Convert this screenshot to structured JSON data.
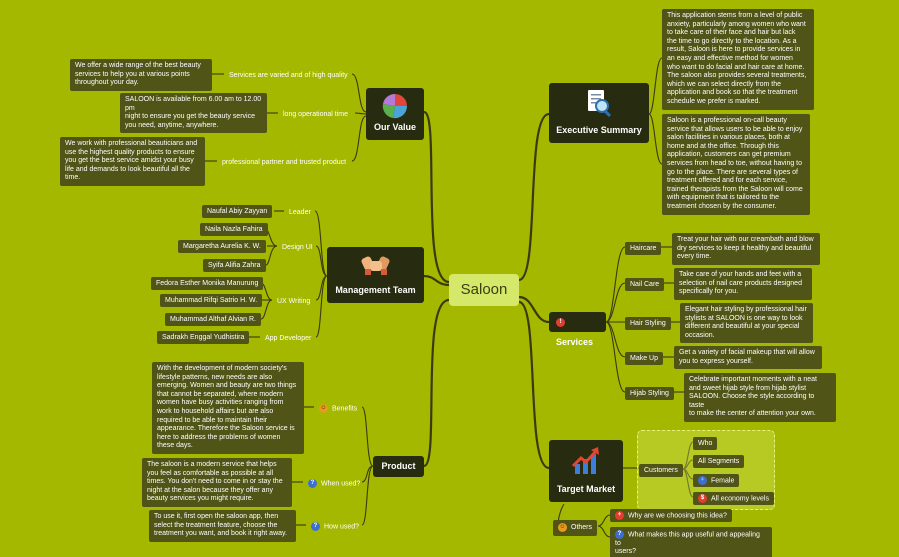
{
  "root": "Saloon",
  "value": {
    "title": "Our Value",
    "items": [
      {
        "label": "Services are varied and of high quality",
        "detail": "We offer a wide range of the best beauty\nservices to help you at various points\nthroughout your day."
      },
      {
        "label": "long operational time",
        "detail": "SALOON is available from 6.00 am to 12.00\npm\nnight to ensure you get the beauty service\nyou need, anytime, anywhere."
      },
      {
        "label": "professional partner and trusted product",
        "detail": "We work with professional beauticians and\nuse the highest quality products to ensure\nyou get the best service amidst your busy\nlife and demands to look beautiful all the\ntime."
      }
    ]
  },
  "team": {
    "title": "Management Team",
    "groups": [
      {
        "label": "Leader",
        "members": [
          "Naufal Abiy Zayyan"
        ]
      },
      {
        "label": "Design UI",
        "members": [
          "Naila Nazla Fahira",
          "Margaretha Aurelia K. W.",
          "Syifa Alifia Zahra"
        ]
      },
      {
        "label": "UX Writing",
        "members": [
          "Fedora Esther Monika Manurung",
          "Muhammad Rifqi Satrio H. W.",
          "Muhammad Althaf Alvian R."
        ]
      },
      {
        "label": "App Developer",
        "members": [
          "Sadrakh Enggal Yudhistira"
        ]
      }
    ]
  },
  "product": {
    "title": "Product",
    "items": [
      {
        "label": "Benefits",
        "detail": "With the development of modern society's\nlifestyle patterns, new needs are also\nemerging. Women and beauty are two things\nthat cannot be separated, where modern\nwomen have busy activities ranging from\nwork to household affairs but are also\nrequired to be able to maintain their\nappearance. Therefore the Saloon service is\nhere to address the problems of women\nthese days."
      },
      {
        "label": "When used?",
        "detail": "The saloon is a modern service that helps\nyou feel as comfortable as possible at all\ntimes. You don't need to come in or stay the\nnight at the salon because they offer any\nbeauty services you might require."
      },
      {
        "label": "How used?",
        "detail": "To use it, first open the saloon app, then\nselect the treatment feature, choose the\ntreatment you want, and book it right away."
      }
    ]
  },
  "summary": {
    "title": "Executive Summary",
    "details": [
      "This application stems from a level of public\nanxiety, particularly among women who want\nto take care of their face and hair but lack\nthe time to go directly to the location. As a\nresult, Saloon is here to provide services in\nan easy and effective method for women\nwho want to do facial and hair care at home.\nThe saloon also provides several treatments,\nwhich we can select directly from the\napplication and book so that the treatment\nschedule we prefer is marked.",
      "Saloon is a professional on-call beauty\nservice that allows users to be able to enjoy\nsalon facilities in various places, both at\nhome and at the office. Through this\napplication, customers can get premium\nservices from head to toe, without having to\ngo to the place. There are several types of\ntreatment offered and for each service,\ntrained therapists from the Saloon will come\nwith equipment that is tailored to the\ntreatment chosen by the consumer."
    ]
  },
  "services": {
    "title": "Services",
    "items": [
      {
        "label": "Haircare",
        "detail": "Treat your hair with our creambath and blow\ndry services to keep it healthy and beautiful\nevery time."
      },
      {
        "label": "Nail Care",
        "detail": "Take care of your hands and feet with a\nselection of nail care products designed\nspecifically for you."
      },
      {
        "label": "Hair Styling",
        "detail": "Elegant hair styling by professional hair\nstylists at SALOON is one way to look\ndifferent and beautiful at your special\noccasion."
      },
      {
        "label": "Make Up",
        "detail": "Get a variety of facial makeup that will allow\nyou to express yourself."
      },
      {
        "label": "Hijab Styling",
        "detail": "Celebrate important moments with a neat\nand sweet hijab style from hijab stylist\nSALOON. Choose the style according to taste\nto make the center of attention your own."
      }
    ]
  },
  "market": {
    "title": "Target Market",
    "customers_label": "Customers",
    "customer_items": [
      "Who",
      "All Segments",
      "Female",
      "All economy levels"
    ],
    "others_label": "Others",
    "others_items": [
      "Why are we choosing this idea?",
      "What makes this app useful and appealing to\nusers?"
    ]
  },
  "colors": {
    "background": "#a4b800",
    "main_node": "#272b10",
    "text_node": "#505416",
    "root": "#d6e86a",
    "line": "#3a3a12"
  },
  "icons": {
    "value": "pie-chart-icon",
    "team": "handshake-icon",
    "product": "none",
    "summary": "document-magnifier-icon",
    "services": "alert-icon",
    "market": "growth-chart-icon"
  }
}
